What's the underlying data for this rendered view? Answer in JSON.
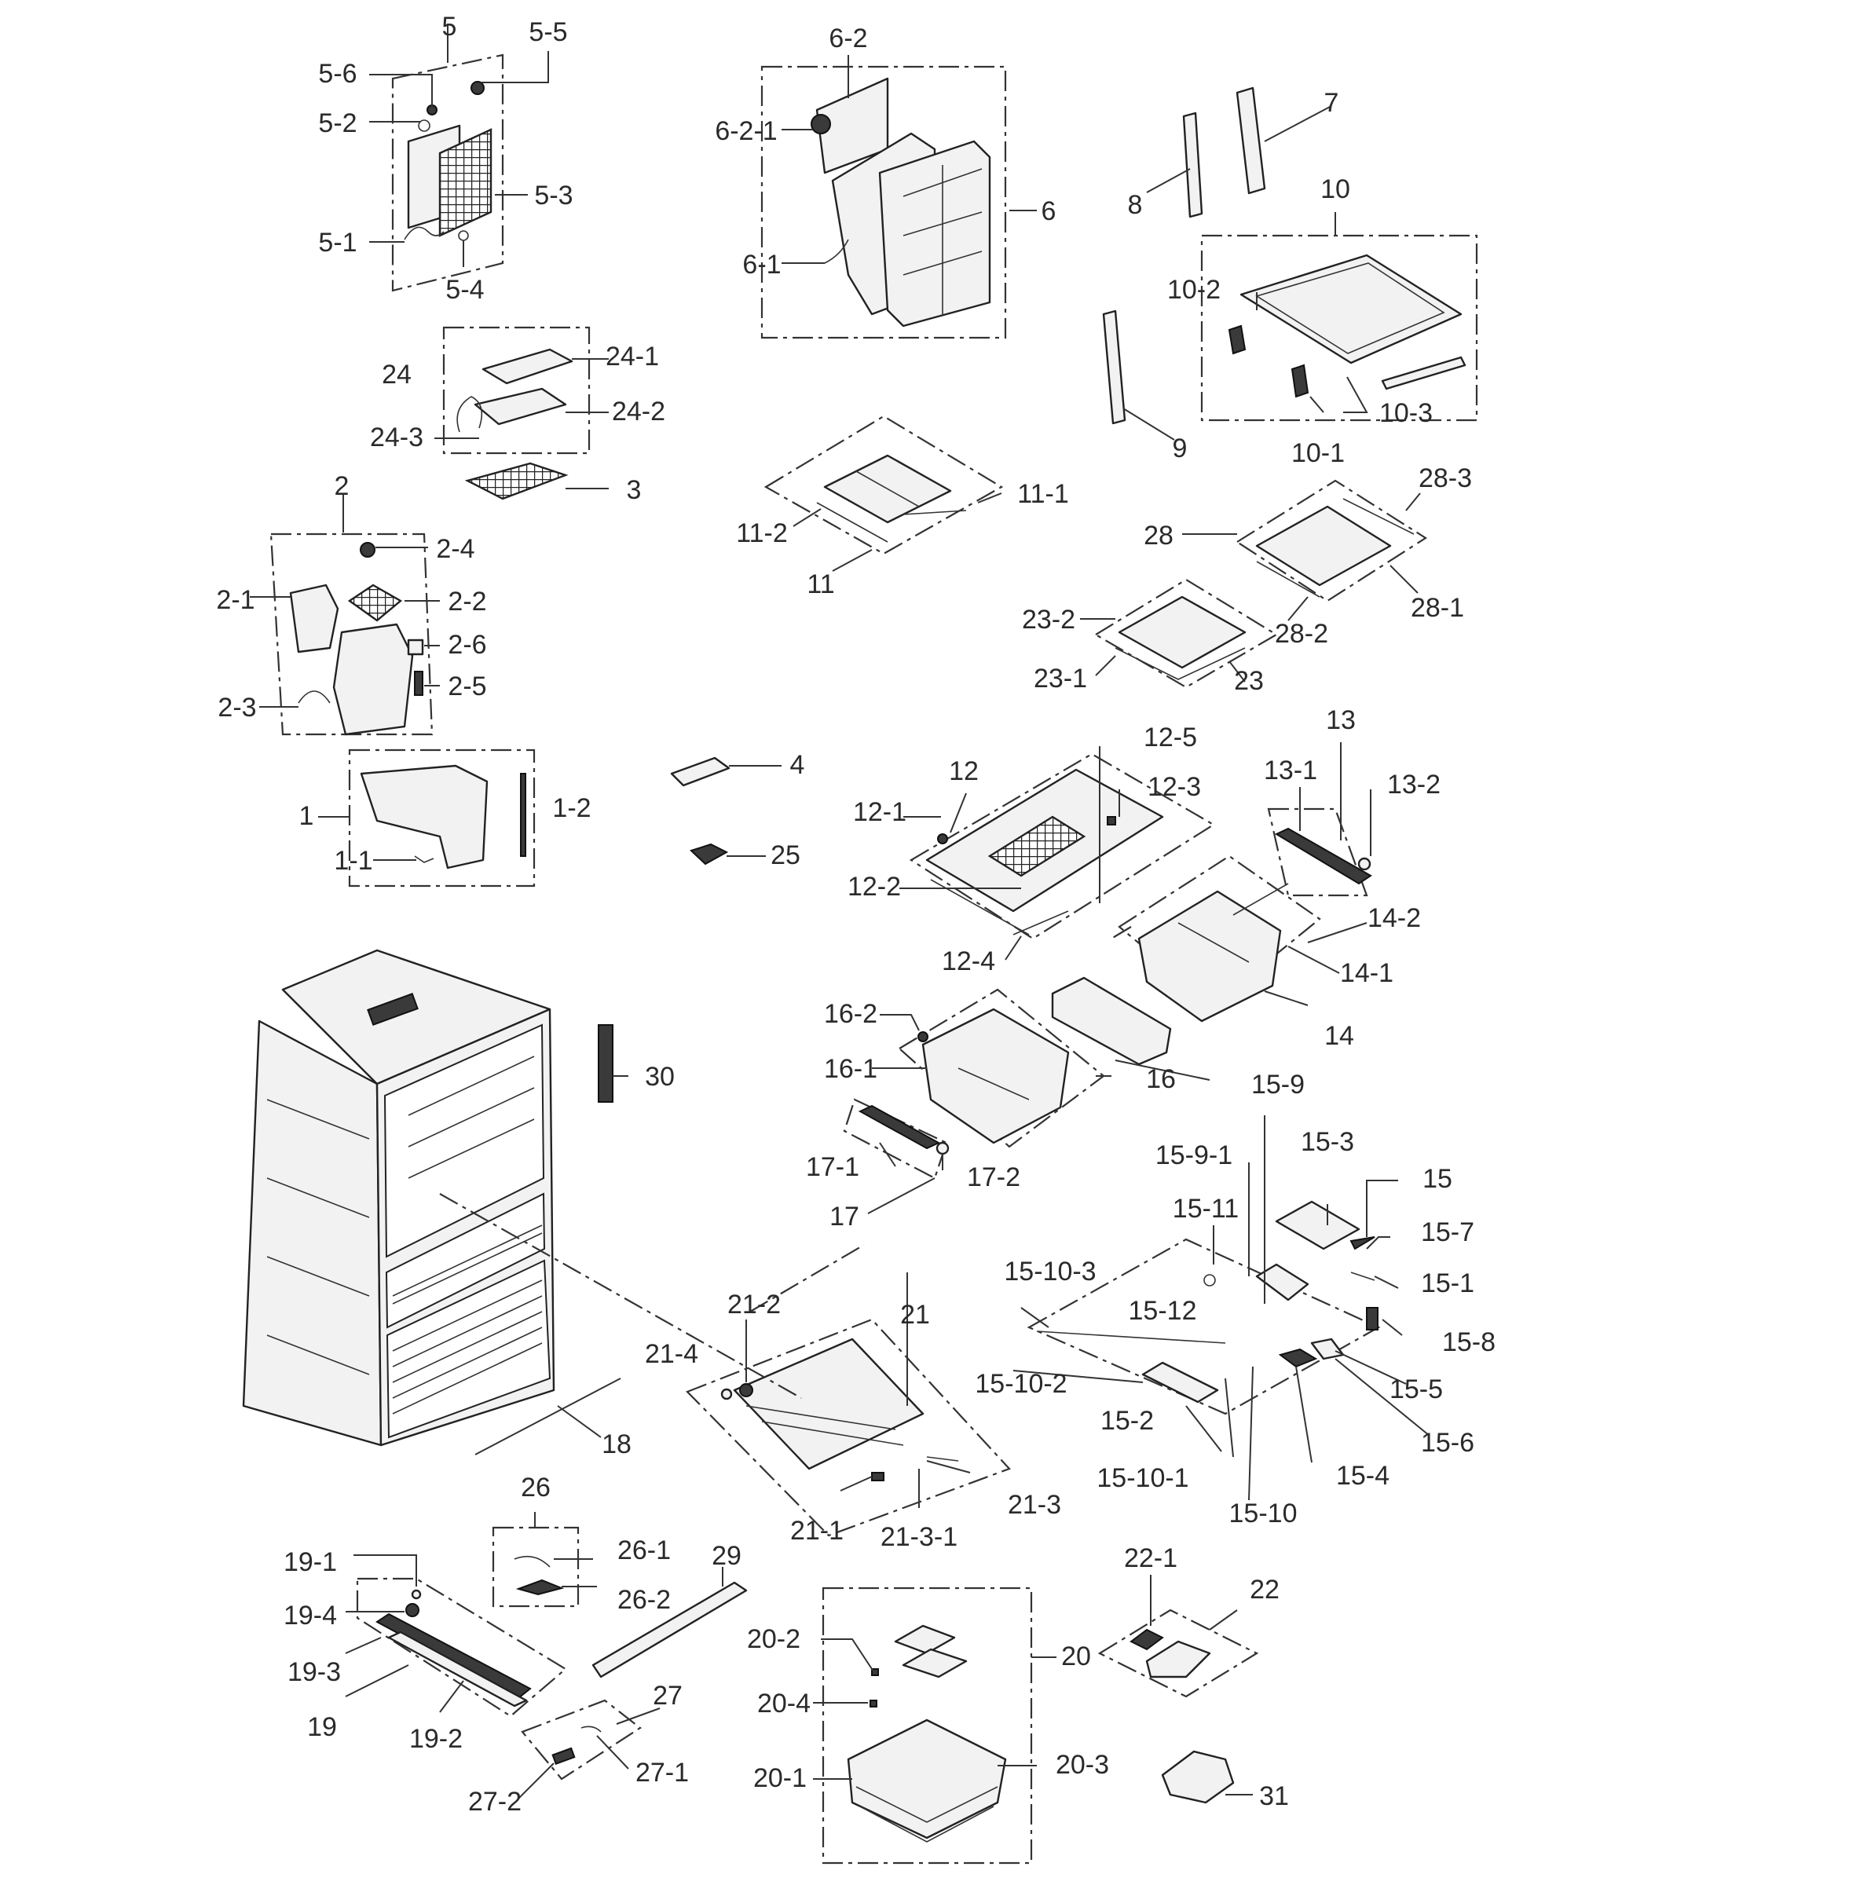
{
  "labels": {
    "l5": "5",
    "l5_5": "5-5",
    "l5_6": "5-6",
    "l5_2": "5-2",
    "l5_3": "5-3",
    "l5_1": "5-1",
    "l5_4": "5-4",
    "l6_2": "6-2",
    "l6_2_1": "6-2-1",
    "l6": "6",
    "l6_1": "6-1",
    "l7": "7",
    "l8": "8",
    "l9": "9",
    "l10": "10",
    "l10_2": "10-2",
    "l10_3": "10-3",
    "l10_1": "10-1",
    "l24": "24",
    "l24_1": "24-1",
    "l24_2": "24-2",
    "l24_3": "24-3",
    "l3": "3",
    "l2": "2",
    "l2_4": "2-4",
    "l2_1": "2-1",
    "l2_2": "2-2",
    "l2_6": "2-6",
    "l2_5": "2-5",
    "l2_3": "2-3",
    "l11_1": "11-1",
    "l11_2": "11-2",
    "l11": "11",
    "l28_3": "28-3",
    "l28": "28",
    "l28_1": "28-1",
    "l28_2": "28-2",
    "l23_2": "23-2",
    "l23_1": "23-1",
    "l23": "23",
    "l4": "4",
    "l25": "25",
    "l1": "1",
    "l1_2": "1-2",
    "l1_1": "1-1",
    "l12": "12",
    "l12_5": "12-5",
    "l12_3": "12-3",
    "l12_1": "12-1",
    "l12_2": "12-2",
    "l12_4": "12-4",
    "l13": "13",
    "l13_1": "13-1",
    "l13_2": "13-2",
    "l14_2": "14-2",
    "l14_1": "14-1",
    "l14": "14",
    "l16_2": "16-2",
    "l16_1": "16-1",
    "l16": "16",
    "l30": "30",
    "l17_1": "17-1",
    "l17_2": "17-2",
    "l17": "17",
    "l15_9": "15-9",
    "l15_9_1": "15-9-1",
    "l15_3": "15-3",
    "l15": "15",
    "l15_7": "15-7",
    "l15_1": "15-1",
    "l15_11": "15-11",
    "l15_10_3": "15-10-3",
    "l15_12": "15-12",
    "l15_8": "15-8",
    "l15_5": "15-5",
    "l15_10_2": "15-10-2",
    "l15_2": "15-2",
    "l15_6": "15-6",
    "l15_10_1": "15-10-1",
    "l15_4": "15-4",
    "l15_10": "15-10",
    "l21_2": "21-2",
    "l21": "21",
    "l21_4": "21-4",
    "l18": "18",
    "l21_3": "21-3",
    "l21_1": "21-1",
    "l21_3_1": "21-3-1",
    "l26": "26",
    "l26_1": "26-1",
    "l26_2": "26-2",
    "l29": "29",
    "l19_1": "19-1",
    "l19_4": "19-4",
    "l19_3": "19-3",
    "l19": "19",
    "l19_2": "19-2",
    "l27": "27",
    "l27_1": "27-1",
    "l27_2": "27-2",
    "l22_1": "22-1",
    "l22": "22",
    "l20_2": "20-2",
    "l20": "20",
    "l20_4": "20-4",
    "l20_3": "20-3",
    "l20_1": "20-1",
    "l31": "31"
  }
}
